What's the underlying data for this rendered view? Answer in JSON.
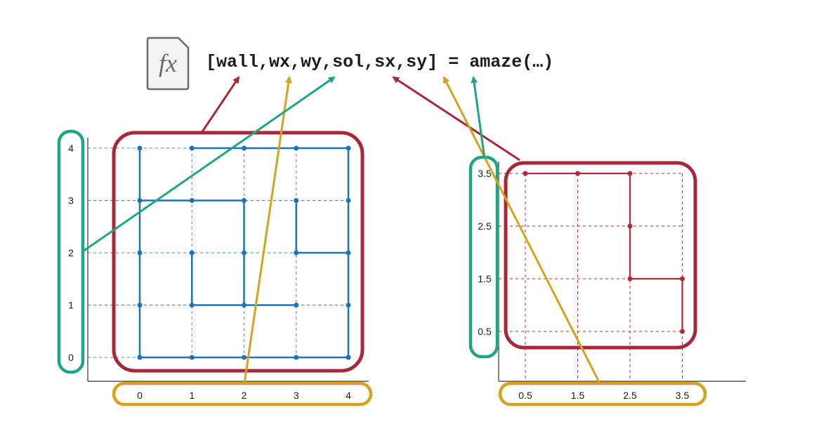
{
  "signature": {
    "icon_text": "fx",
    "prefix": "[",
    "outputs": [
      {
        "text": "wall",
        "sep": ","
      },
      {
        "text": "wx",
        "sep": ","
      },
      {
        "text": "wy",
        "sep": ","
      },
      {
        "text": "sol",
        "sep": ","
      },
      {
        "text": "sx",
        "sep": ","
      },
      {
        "text": "sy",
        "sep": ""
      }
    ],
    "suffix": "] = amaze(…)"
  },
  "colors": {
    "wall_line": "#2172b5",
    "grid_blue": "#3d86c4",
    "solution_line": "#b02a3a",
    "grid_red": "#b02a3a",
    "highlight_red": "#a8283a",
    "highlight_green": "#1fa486",
    "highlight_gold": "#d6a21e",
    "axis": "#333333",
    "text": "#1b1b1b",
    "icon": "#6a6a6a"
  },
  "left_plot": {
    "x_ticks": [
      "0",
      "1",
      "2",
      "3",
      "4"
    ],
    "y_ticks": [
      "0",
      "1",
      "2",
      "3",
      "4"
    ],
    "wall_segments": [
      [
        [
          0,
          0
        ],
        [
          4,
          0
        ]
      ],
      [
        [
          0,
          0
        ],
        [
          0,
          4
        ]
      ],
      [
        [
          1,
          4
        ],
        [
          4,
          4
        ]
      ],
      [
        [
          4,
          0
        ],
        [
          4,
          4
        ]
      ],
      [
        [
          0,
          3
        ],
        [
          2,
          3
        ]
      ],
      [
        [
          2,
          1
        ],
        [
          2,
          3
        ]
      ],
      [
        [
          1,
          1
        ],
        [
          1,
          2
        ]
      ],
      [
        [
          1,
          1
        ],
        [
          3,
          1
        ]
      ],
      [
        [
          3,
          2
        ],
        [
          3,
          3
        ]
      ],
      [
        [
          3,
          2
        ],
        [
          4,
          2
        ]
      ]
    ]
  },
  "right_plot": {
    "x_ticks": [
      "0.5",
      "1.5",
      "2.5",
      "3.5"
    ],
    "y_ticks": [
      "0.5",
      "1.5",
      "2.5",
      "3.5"
    ],
    "solution_path": [
      [
        0.5,
        3.5
      ],
      [
        1.5,
        3.5
      ],
      [
        2.5,
        3.5
      ],
      [
        2.5,
        2.5
      ],
      [
        2.5,
        1.5
      ],
      [
        3.5,
        1.5
      ],
      [
        3.5,
        0.5
      ]
    ]
  }
}
